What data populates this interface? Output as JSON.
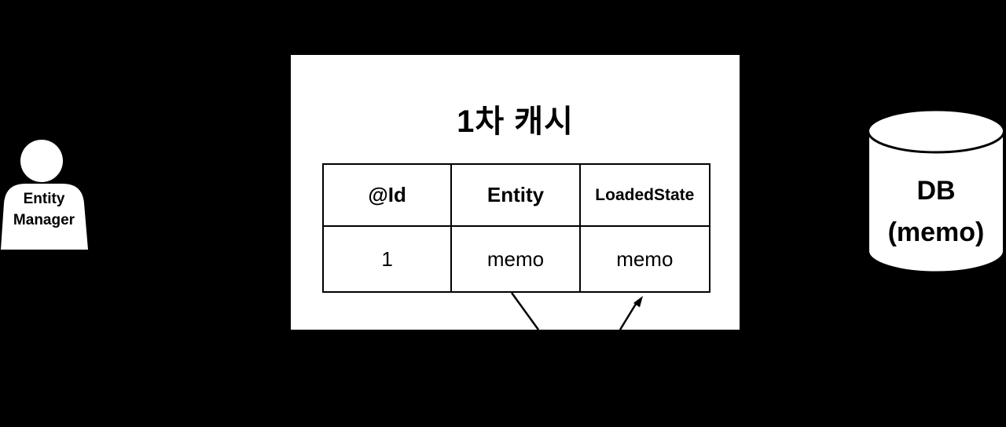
{
  "diagram": {
    "actor": {
      "label": "Entity Manager"
    },
    "cache": {
      "title": "1차 캐시",
      "table": {
        "headers": [
          "@Id",
          "Entity",
          "LoadedState"
        ],
        "row": [
          "1",
          "memo",
          "memo"
        ]
      }
    },
    "db": {
      "name": "DB",
      "qualifier": "(memo)"
    },
    "colors": {
      "background": "#000000",
      "panel": "#ffffff",
      "ink": "#000000"
    }
  }
}
